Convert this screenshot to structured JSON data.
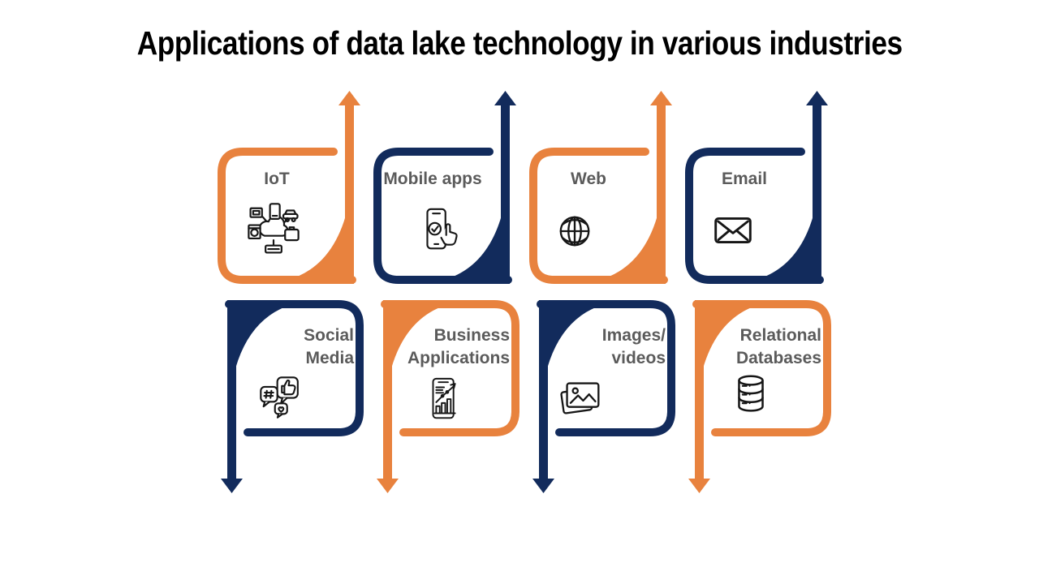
{
  "title": "Applications of data lake technology in various industries",
  "colors": {
    "orange": "#E8823E",
    "navy": "#122B5C",
    "label": "#5B5B5B",
    "title": "#000000",
    "icon": "#161616",
    "background": "#FFFFFF"
  },
  "cards": [
    {
      "id": "iot",
      "label": "IoT",
      "icon": "iot-icon",
      "color": "orange",
      "row": "top",
      "arrow": "up"
    },
    {
      "id": "mobile-apps",
      "label": "Mobile apps",
      "icon": "mobile-apps-icon",
      "color": "navy",
      "row": "top",
      "arrow": "up"
    },
    {
      "id": "web",
      "label": "Web",
      "icon": "globe-icon",
      "color": "orange",
      "row": "top",
      "arrow": "up"
    },
    {
      "id": "email",
      "label": "Email",
      "icon": "email-icon",
      "color": "navy",
      "row": "top",
      "arrow": "up"
    },
    {
      "id": "social-media",
      "label": "Social\nMedia",
      "icon": "social-media-icon",
      "color": "navy",
      "row": "bottom",
      "arrow": "down"
    },
    {
      "id": "business-applications",
      "label": "Business\nApplications",
      "icon": "business-applications-icon",
      "color": "orange",
      "row": "bottom",
      "arrow": "down"
    },
    {
      "id": "images-videos",
      "label": "Images/\nvideos",
      "icon": "images-videos-icon",
      "color": "navy",
      "row": "bottom",
      "arrow": "down"
    },
    {
      "id": "relational-databases",
      "label": "Relational\nDatabases",
      "icon": "relational-databases-icon",
      "color": "orange",
      "row": "bottom",
      "arrow": "down"
    }
  ]
}
